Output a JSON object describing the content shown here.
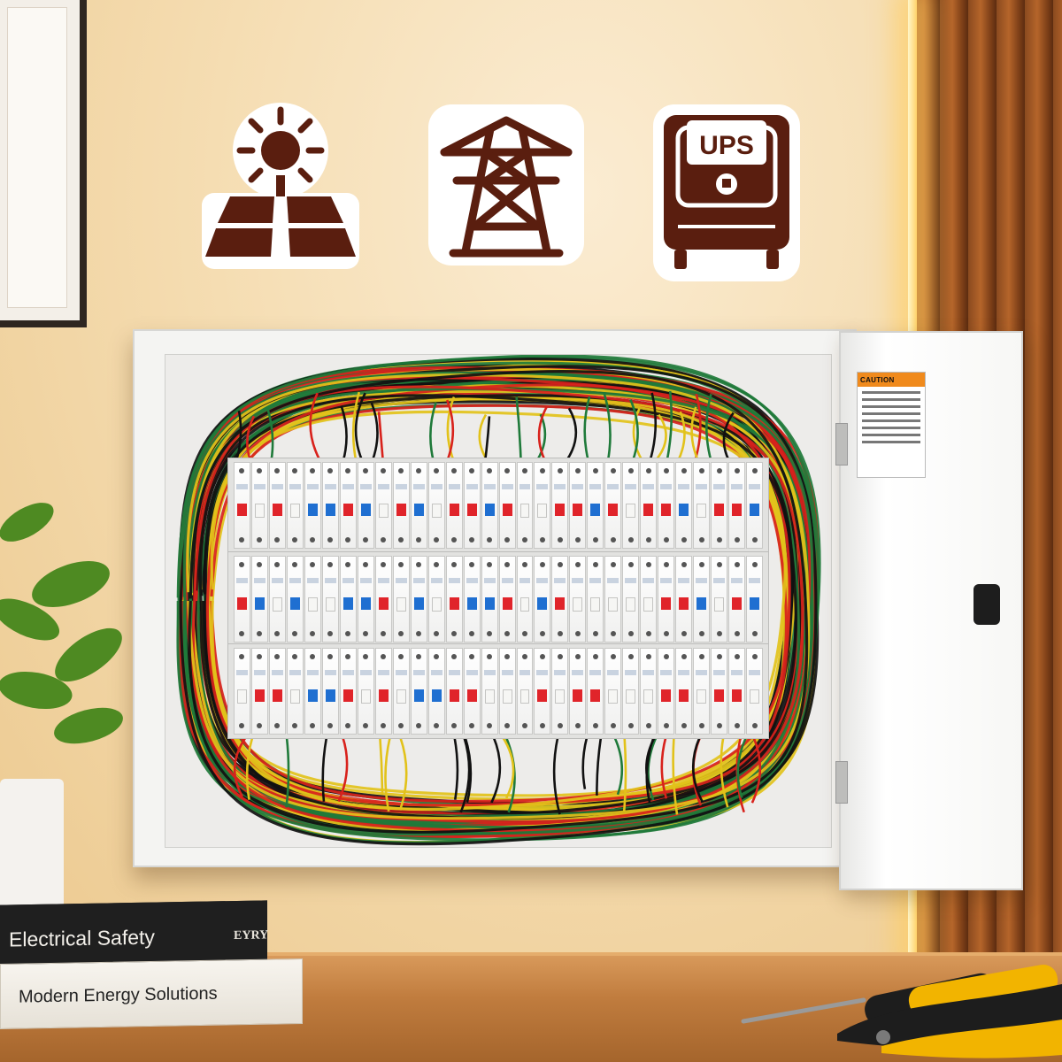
{
  "signs": [
    {
      "name": "solar-panel",
      "icon": "solar-panel-icon"
    },
    {
      "name": "transmission-tower",
      "icon": "transmission-tower-icon"
    },
    {
      "name": "ups",
      "icon": "ups-icon",
      "label": "UPS"
    }
  ],
  "panel": {
    "door_label": "CAUTION"
  },
  "books": [
    {
      "title": "Electrical Safety",
      "spine": "EYRY"
    },
    {
      "title": "Modern Energy Solutions"
    }
  ],
  "colors": {
    "sign_brown": "#5a1e0f",
    "wall": "#f5ddb2",
    "wire_red": "#d8221c",
    "wire_green": "#1f7a3a",
    "wire_yellow": "#e2c21a",
    "toggle_red": "#e0242a",
    "toggle_blue": "#1f6fd1"
  }
}
